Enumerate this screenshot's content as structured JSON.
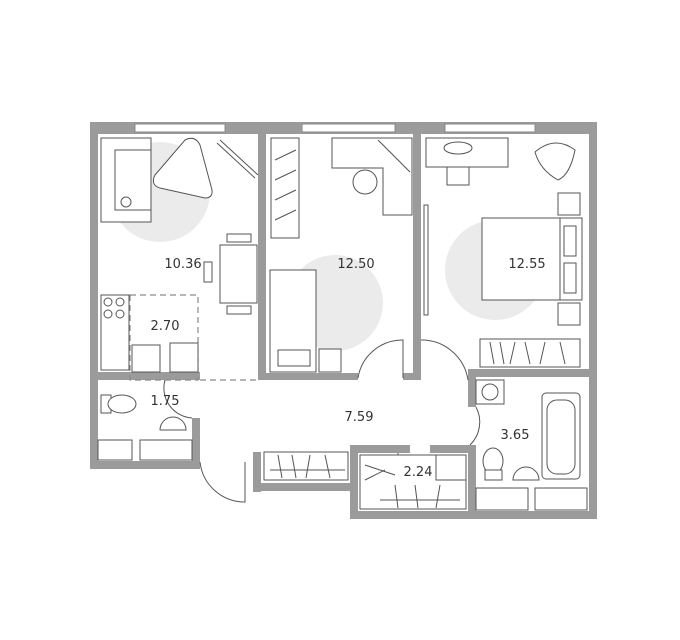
{
  "plan": {
    "rooms": [
      {
        "id": "living-kitchen",
        "area": "10.36"
      },
      {
        "id": "bedroom-1",
        "area": "12.50"
      },
      {
        "id": "bedroom-2",
        "area": "12.55"
      },
      {
        "id": "kitchen-zone",
        "area": "2.70"
      },
      {
        "id": "wc",
        "area": "1.75"
      },
      {
        "id": "hallway",
        "area": "7.59"
      },
      {
        "id": "bathroom",
        "area": "3.65"
      },
      {
        "id": "wardrobe",
        "area": "2.24"
      }
    ],
    "colors": {
      "wall": "#9b9b9b",
      "zone": "#ebebeb",
      "line": "#555555"
    }
  }
}
